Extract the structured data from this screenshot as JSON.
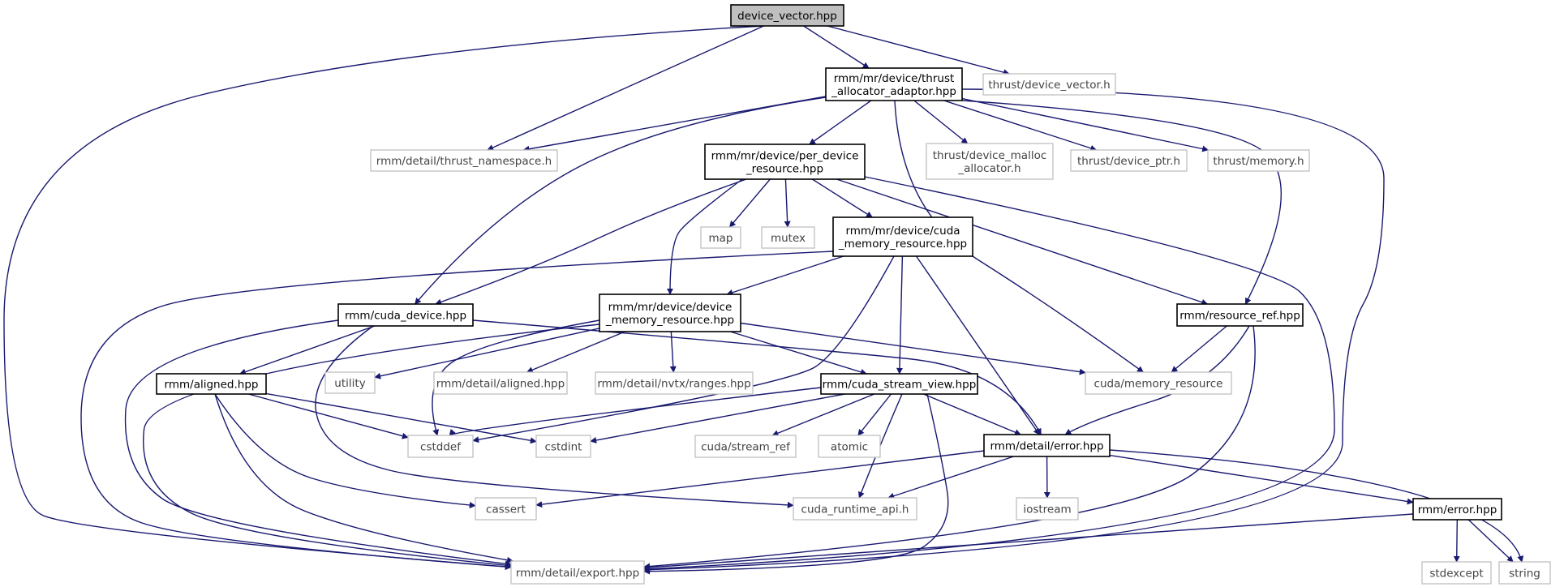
{
  "nodes": [
    {
      "id": "n0",
      "label": "device_vector.hpp",
      "style": "root"
    },
    {
      "id": "n1",
      "label": "rmm/mr/device/thrust\n_allocator_adaptor.hpp",
      "style": "doc"
    },
    {
      "id": "n2",
      "label": "thrust/device_vector.h",
      "style": "ext"
    },
    {
      "id": "n3",
      "label": "rmm/detail/thrust_namespace.h",
      "style": "ext"
    },
    {
      "id": "n4",
      "label": "rmm/mr/device/per_device\n_resource.hpp",
      "style": "doc"
    },
    {
      "id": "n5",
      "label": "thrust/device_malloc\n_allocator.h",
      "style": "ext"
    },
    {
      "id": "n6",
      "label": "thrust/device_ptr.h",
      "style": "ext"
    },
    {
      "id": "n7",
      "label": "thrust/memory.h",
      "style": "ext"
    },
    {
      "id": "n8",
      "label": "map",
      "style": "ext"
    },
    {
      "id": "n9",
      "label": "mutex",
      "style": "ext"
    },
    {
      "id": "n10",
      "label": "rmm/mr/device/cuda\n_memory_resource.hpp",
      "style": "doc"
    },
    {
      "id": "n11",
      "label": "rmm/cuda_device.hpp",
      "style": "doc"
    },
    {
      "id": "n12",
      "label": "rmm/mr/device/device\n_memory_resource.hpp",
      "style": "doc"
    },
    {
      "id": "n13",
      "label": "rmm/resource_ref.hpp",
      "style": "doc"
    },
    {
      "id": "n14",
      "label": "rmm/aligned.hpp",
      "style": "doc"
    },
    {
      "id": "n15",
      "label": "utility",
      "style": "ext"
    },
    {
      "id": "n16",
      "label": "rmm/detail/aligned.hpp",
      "style": "ext"
    },
    {
      "id": "n17",
      "label": "rmm/detail/nvtx/ranges.hpp",
      "style": "ext"
    },
    {
      "id": "n18",
      "label": "rmm/cuda_stream_view.hpp",
      "style": "doc"
    },
    {
      "id": "n19",
      "label": "cuda/memory_resource",
      "style": "ext"
    },
    {
      "id": "n20",
      "label": "cstddef",
      "style": "ext"
    },
    {
      "id": "n21",
      "label": "cstdint",
      "style": "ext"
    },
    {
      "id": "n22",
      "label": "cuda/stream_ref",
      "style": "ext"
    },
    {
      "id": "n23",
      "label": "atomic",
      "style": "ext"
    },
    {
      "id": "n24",
      "label": "rmm/detail/error.hpp",
      "style": "doc"
    },
    {
      "id": "n25",
      "label": "cassert",
      "style": "ext"
    },
    {
      "id": "n26",
      "label": "cuda_runtime_api.h",
      "style": "ext"
    },
    {
      "id": "n27",
      "label": "iostream",
      "style": "ext"
    },
    {
      "id": "n28",
      "label": "rmm/error.hpp",
      "style": "doc"
    },
    {
      "id": "n29",
      "label": "string",
      "style": "ext"
    },
    {
      "id": "n30",
      "label": "rmm/detail/export.hpp",
      "style": "ext"
    },
    {
      "id": "n31",
      "label": "stdexcept",
      "style": "ext"
    }
  ],
  "edges": [
    [
      "n0",
      "n1"
    ],
    [
      "n0",
      "n2"
    ],
    [
      "n0",
      "n3"
    ],
    [
      "n0",
      "n30"
    ],
    [
      "n1",
      "n3"
    ],
    [
      "n1",
      "n4"
    ],
    [
      "n1",
      "n5"
    ],
    [
      "n1",
      "n6"
    ],
    [
      "n1",
      "n7"
    ],
    [
      "n1",
      "n11"
    ],
    [
      "n1",
      "n13"
    ],
    [
      "n1",
      "n19"
    ],
    [
      "n1",
      "n30"
    ],
    [
      "n4",
      "n8"
    ],
    [
      "n4",
      "n9"
    ],
    [
      "n4",
      "n10"
    ],
    [
      "n4",
      "n11"
    ],
    [
      "n4",
      "n12"
    ],
    [
      "n4",
      "n13"
    ],
    [
      "n4",
      "n30"
    ],
    [
      "n10",
      "n12"
    ],
    [
      "n10",
      "n18"
    ],
    [
      "n10",
      "n24"
    ],
    [
      "n10",
      "n20"
    ],
    [
      "n10",
      "n30"
    ],
    [
      "n11",
      "n14"
    ],
    [
      "n11",
      "n24"
    ],
    [
      "n11",
      "n26"
    ],
    [
      "n11",
      "n30"
    ],
    [
      "n12",
      "n15"
    ],
    [
      "n12",
      "n16"
    ],
    [
      "n12",
      "n17"
    ],
    [
      "n12",
      "n18"
    ],
    [
      "n12",
      "n19"
    ],
    [
      "n12",
      "n20"
    ],
    [
      "n12",
      "n30"
    ],
    [
      "n13",
      "n19"
    ],
    [
      "n13",
      "n24"
    ],
    [
      "n13",
      "n30"
    ],
    [
      "n14",
      "n20"
    ],
    [
      "n14",
      "n21"
    ],
    [
      "n14",
      "n25"
    ],
    [
      "n14",
      "n30"
    ],
    [
      "n18",
      "n20"
    ],
    [
      "n18",
      "n21"
    ],
    [
      "n18",
      "n22"
    ],
    [
      "n18",
      "n23"
    ],
    [
      "n18",
      "n24"
    ],
    [
      "n18",
      "n26"
    ],
    [
      "n18",
      "n30"
    ],
    [
      "n24",
      "n25"
    ],
    [
      "n24",
      "n26"
    ],
    [
      "n24",
      "n27"
    ],
    [
      "n24",
      "n28"
    ],
    [
      "n24",
      "n29"
    ],
    [
      "n28",
      "n30"
    ],
    [
      "n28",
      "n31"
    ],
    [
      "n28",
      "n29"
    ]
  ]
}
